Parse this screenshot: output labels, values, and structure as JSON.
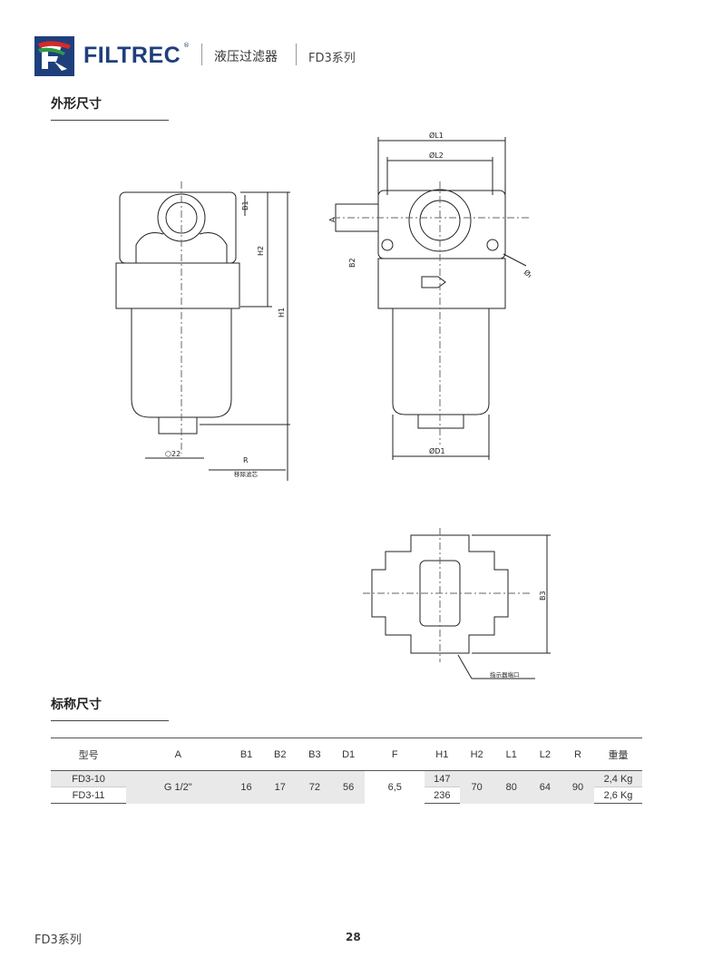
{
  "header": {
    "brand": "FILTREC",
    "registered": "®",
    "title": "液压过滤器",
    "series": "FD3系列"
  },
  "sections": {
    "dimensions_title": "外形尺寸",
    "nominal_title": "标称尺寸"
  },
  "drawing_labels": {
    "b1": "B1",
    "h2": "H2",
    "h1": "H1",
    "hex": "⬡22",
    "r": "R",
    "remove_element": "移除滤芯",
    "l1": "ØL1",
    "l2": "ØL2",
    "a": "A",
    "b2": "B2",
    "f": "ØF",
    "d1": "ØD1",
    "b3": "B3",
    "indicator_port": "指示器端口"
  },
  "table": {
    "headers": [
      "型号",
      "A",
      "B1",
      "B2",
      "B3",
      "D1",
      "F",
      "H1",
      "H2",
      "L1",
      "L2",
      "R",
      "重量"
    ],
    "rows": [
      {
        "model": "FD3-10",
        "h1": "147",
        "weight": "2,4 Kg"
      },
      {
        "model": "FD3-11",
        "h1": "236",
        "weight": "2,6 Kg"
      }
    ],
    "shared": {
      "a": "G 1/2\"",
      "b1": "16",
      "b2": "17",
      "b3": "72",
      "d1": "56",
      "f": "6,5",
      "h2": "70",
      "l1": "80",
      "l2": "64",
      "r": "90"
    }
  },
  "footer": {
    "series": "FD3系列",
    "page": "28"
  }
}
